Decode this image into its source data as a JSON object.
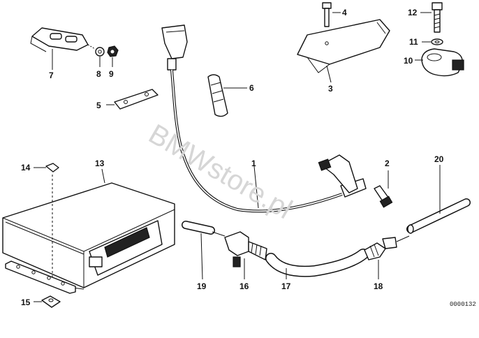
{
  "watermark": "BMWstore.pl",
  "reference_code": "0000132",
  "callouts": [
    {
      "id": "c7",
      "label": "7"
    },
    {
      "id": "c8",
      "label": "8"
    },
    {
      "id": "c9",
      "label": "9"
    },
    {
      "id": "c5",
      "label": "5"
    },
    {
      "id": "c6",
      "label": "6"
    },
    {
      "id": "c4",
      "label": "4"
    },
    {
      "id": "c3",
      "label": "3"
    },
    {
      "id": "c12",
      "label": "12"
    },
    {
      "id": "c11",
      "label": "11"
    },
    {
      "id": "c10",
      "label": "10"
    },
    {
      "id": "c14",
      "label": "14"
    },
    {
      "id": "c13",
      "label": "13"
    },
    {
      "id": "c1",
      "label": "1"
    },
    {
      "id": "c2",
      "label": "2"
    },
    {
      "id": "c20",
      "label": "20"
    },
    {
      "id": "c15",
      "label": "15"
    },
    {
      "id": "c19",
      "label": "19"
    },
    {
      "id": "c16",
      "label": "16"
    },
    {
      "id": "c17",
      "label": "17"
    },
    {
      "id": "c18",
      "label": "18"
    }
  ]
}
